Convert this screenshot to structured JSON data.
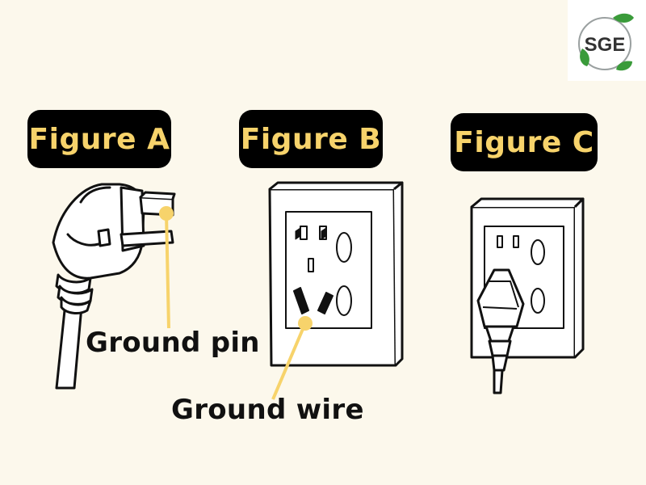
{
  "logo": {
    "text": "SGE",
    "accent_color": "#3a9b3a"
  },
  "figures": [
    {
      "title": "Figure A"
    },
    {
      "title": "Figure B"
    },
    {
      "title": "Figure C"
    }
  ],
  "callouts": {
    "ground_pin": "Ground pin",
    "ground_wire": "Ground wire"
  },
  "colors": {
    "background": "#fcf8ec",
    "pill_background": "#000000",
    "pill_text": "#f7d36b",
    "callout_line": "#f7d36b"
  }
}
